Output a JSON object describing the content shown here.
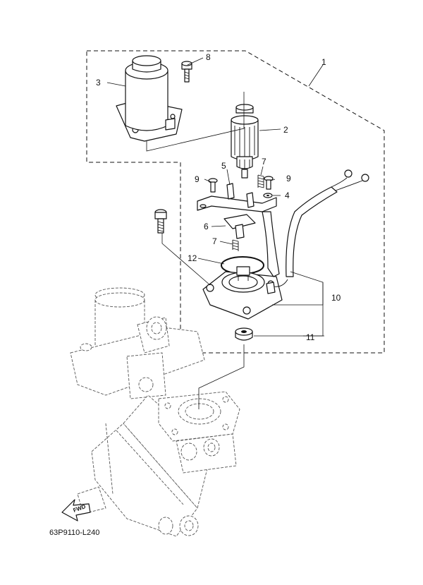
{
  "callouts": {
    "c1": "1",
    "c2": "2",
    "c3": "3",
    "c4": "4",
    "c5": "5",
    "c6": "6",
    "c7a": "7",
    "c7b": "7",
    "c8": "8",
    "c9a": "9",
    "c9b": "9",
    "c10": "10",
    "c11": "11",
    "c12": "12"
  },
  "fwd_label": "FWD",
  "diagram_code": "63P9110-L240"
}
